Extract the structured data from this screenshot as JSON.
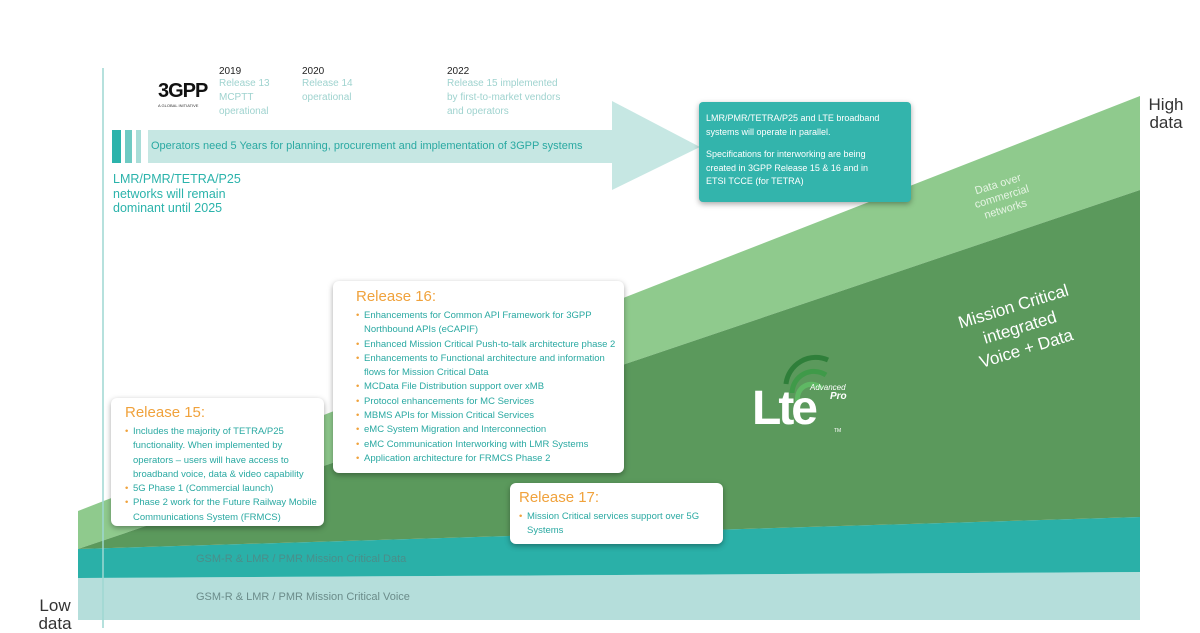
{
  "logo": {
    "text": "3GPP",
    "tagline": "A GLOBAL INITIATIVE"
  },
  "timeline": [
    {
      "year": "2019",
      "lines": [
        "Release 13",
        "MCPTT",
        "operational"
      ]
    },
    {
      "year": "2020",
      "lines": [
        "Release 14",
        "operational"
      ]
    },
    {
      "year": "2022",
      "lines": [
        "Release 15 implemented",
        "by first-to-market vendors",
        "and operators"
      ]
    }
  ],
  "arrow_text": "Operators need 5 Years for planning, procurement and implementation of 3GPP systems",
  "left_note": [
    "LMR/PMR/TETRA/P25",
    "networks will remain",
    "dominant until 2025"
  ],
  "parallel_box": {
    "p1": [
      "LMR/PMR/TETRA/P25 and LTE broadband",
      "systems will operate in parallel."
    ],
    "p2": [
      "Specifications for interworking are being",
      "created in 3GPP  Release 15 & 16 and in",
      "ETSI TCCE (for TETRA)"
    ]
  },
  "axis": {
    "high": [
      "High",
      "data"
    ],
    "low": [
      "Low",
      "data"
    ]
  },
  "bands": {
    "commercial": [
      "Data over",
      "commercial",
      "networks"
    ],
    "mission_critical": [
      "Mission Critical",
      "integrated",
      "Voice + Data"
    ],
    "mc_data": "GSM-R & LMR / PMR Mission Critical Data",
    "mc_voice": "GSM-R & LMR / PMR Mission Critical Voice"
  },
  "lte": {
    "main": "Lte",
    "advanced": "Advanced",
    "pro": "Pro",
    "tm": "TM"
  },
  "release15": {
    "title": "Release 15:",
    "items": [
      "Includes the majority of TETRA/P25 functionality. When implemented by operators – users will have access to broadband voice, data & video capability",
      "5G Phase 1 (Commercial launch)",
      "Phase 2 work for the Future Railway Mobile Communications System (FRMCS)"
    ]
  },
  "release16": {
    "title": "Release 16:",
    "items": [
      "Enhancements for Common API Framework for 3GPP Northbound APIs (eCAPIF)",
      "Enhanced Mission Critical Push-to-talk architecture phase 2",
      "Enhancements to Functional architecture and information flows for Mission Critical Data",
      "MCData File Distribution support over xMB",
      "Protocol enhancements for MC Services",
      "MBMS APIs for Mission Critical Services",
      "eMC System Migration and Interconnection",
      "eMC Communication Interworking with LMR Systems",
      "Application architecture for FRMCS Phase 2"
    ]
  },
  "release17": {
    "title": "Release 17:",
    "items": [
      "Mission Critical services support over 5G Systems"
    ]
  },
  "colors": {
    "teal": "#2bb3ab",
    "light_green": "#8fc98a",
    "dark_green": "#5c9a5c",
    "orange": "#f0a23c",
    "arrow": "#c6e7e3"
  }
}
